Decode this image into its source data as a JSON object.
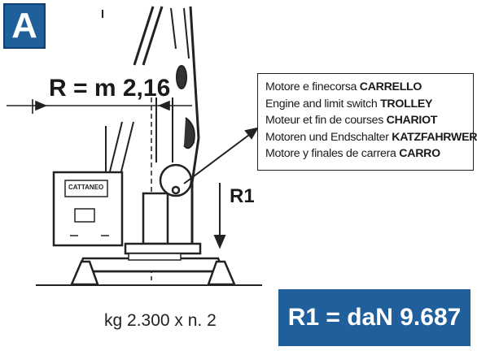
{
  "badge": {
    "letter": "A",
    "color": "#1f5f9c"
  },
  "dimension": {
    "label": "R = m 2,16"
  },
  "load": {
    "label": "R1"
  },
  "callout": {
    "lines": [
      {
        "text": "Motore e finecorsa ",
        "bold": "CARRELLO"
      },
      {
        "text": "Engine and limit switch ",
        "bold": "TROLLEY"
      },
      {
        "text": "Moteur et fin de courses ",
        "bold": "CHARIOT"
      },
      {
        "text": "Motoren und Endschalter ",
        "bold": "KATZFAHRWERK"
      },
      {
        "text": "Motore y finales de carrera ",
        "bold": "CARRO"
      }
    ]
  },
  "counterweight": {
    "text": "kg 2.300 x n. 2",
    "logo": "CATTANEO"
  },
  "result": {
    "text": "R1 = daN 9.687",
    "color": "#1f5f9c"
  }
}
